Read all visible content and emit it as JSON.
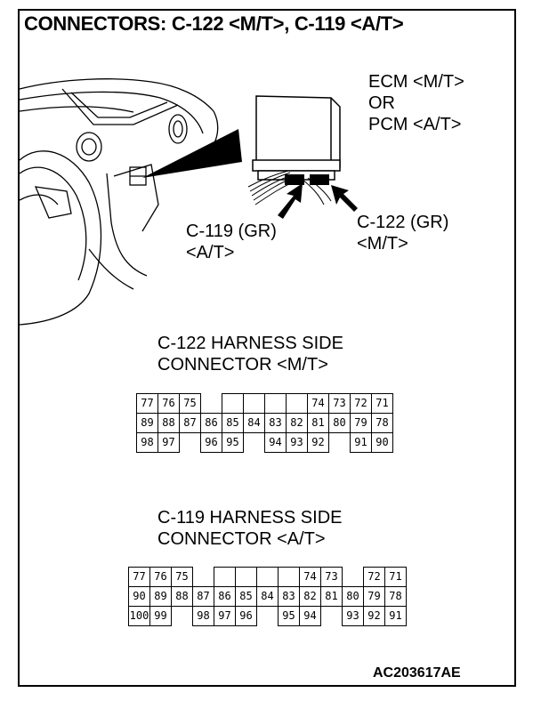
{
  "title": "CONNECTORS: C-122 <M/T>, C-119 <A/T>",
  "ecm_label": [
    "ECM <M/T>",
    "OR",
    "PCM <A/T>"
  ],
  "callout_c119": [
    "C-119 (GR)",
    "<A/T>"
  ],
  "callout_c122": [
    "C-122 (GR)",
    "<M/T>"
  ],
  "connector_c122": {
    "caption": [
      "C-122 HARNESS SIDE",
      "CONNECTOR <M/T>"
    ],
    "rows": [
      [
        "77",
        "76",
        "75",
        "",
        "",
        "",
        "",
        "",
        "74",
        "73",
        "72",
        "71"
      ],
      [
        "89",
        "88",
        "87",
        "86",
        "85",
        "84",
        "83",
        "82",
        "81",
        "80",
        "79",
        "78"
      ],
      [
        "98",
        "97",
        "",
        "96",
        "95",
        "",
        "94",
        "93",
        "92",
        "",
        "91",
        "90"
      ]
    ]
  },
  "connector_c119": {
    "caption": [
      "C-119 HARNESS SIDE",
      "CONNECTOR <A/T>"
    ],
    "rows": [
      [
        "77",
        "76",
        "75",
        "",
        "",
        "",
        "",
        "",
        "74",
        "73",
        "",
        "72",
        "71"
      ],
      [
        "90",
        "89",
        "88",
        "87",
        "86",
        "85",
        "84",
        "83",
        "82",
        "81",
        "80",
        "79",
        "78"
      ],
      [
        "100",
        "99",
        "",
        "98",
        "97",
        "96",
        "",
        "95",
        "94",
        "",
        "93",
        "92",
        "91"
      ]
    ]
  },
  "figure_code": "AC203617AE"
}
